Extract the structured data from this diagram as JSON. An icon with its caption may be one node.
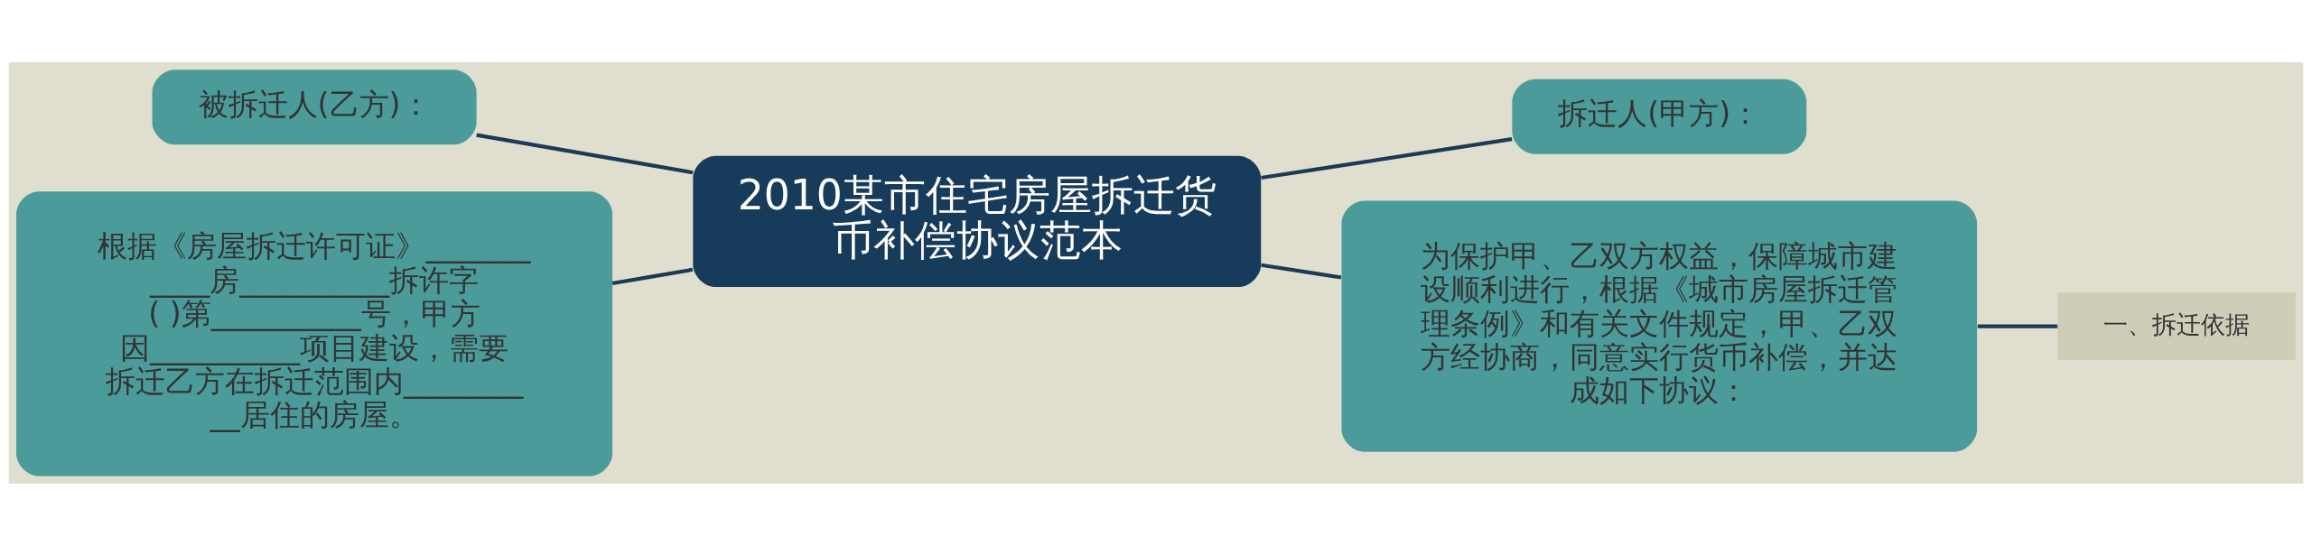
{
  "diagram": {
    "nodes": [
      {
        "text": [
          "2010某市住宅房屋拆迁货币补偿协议范本"
        ]
      },
      {
        "text": [
          "被拆迁人(乙方)："
        ]
      },
      {
        "text": [
          "拆迁人(甲方)："
        ]
      },
      {
        "text": [
          "根据《房屋拆迁许可证》___________房__________拆许字( )第__________号，甲方因__________项目建设，需要拆迁乙方在拆迁范围内__________居住的房屋。"
        ]
      },
      {
        "text": [
          "为保护甲、乙双方权益，保障城市建设顺利进行，根据《城市房屋拆迁管理条例》和有关文件规定，甲、乙双方经协商，同意实行货币补偿，并达成如下协议："
        ]
      },
      {
        "text": [
          "一、拆迁依据"
        ]
      }
    ],
    "edges": [
      {
        "from": 0,
        "to": 1,
        "arrow": "none"
      },
      {
        "from": 0,
        "to": 2,
        "arrow": "none"
      },
      {
        "from": 0,
        "to": 3,
        "arrow": "none"
      },
      {
        "from": 0,
        "to": 4,
        "arrow": "none"
      },
      {
        "from": 4,
        "to": 5,
        "arrow": "none"
      }
    ]
  }
}
